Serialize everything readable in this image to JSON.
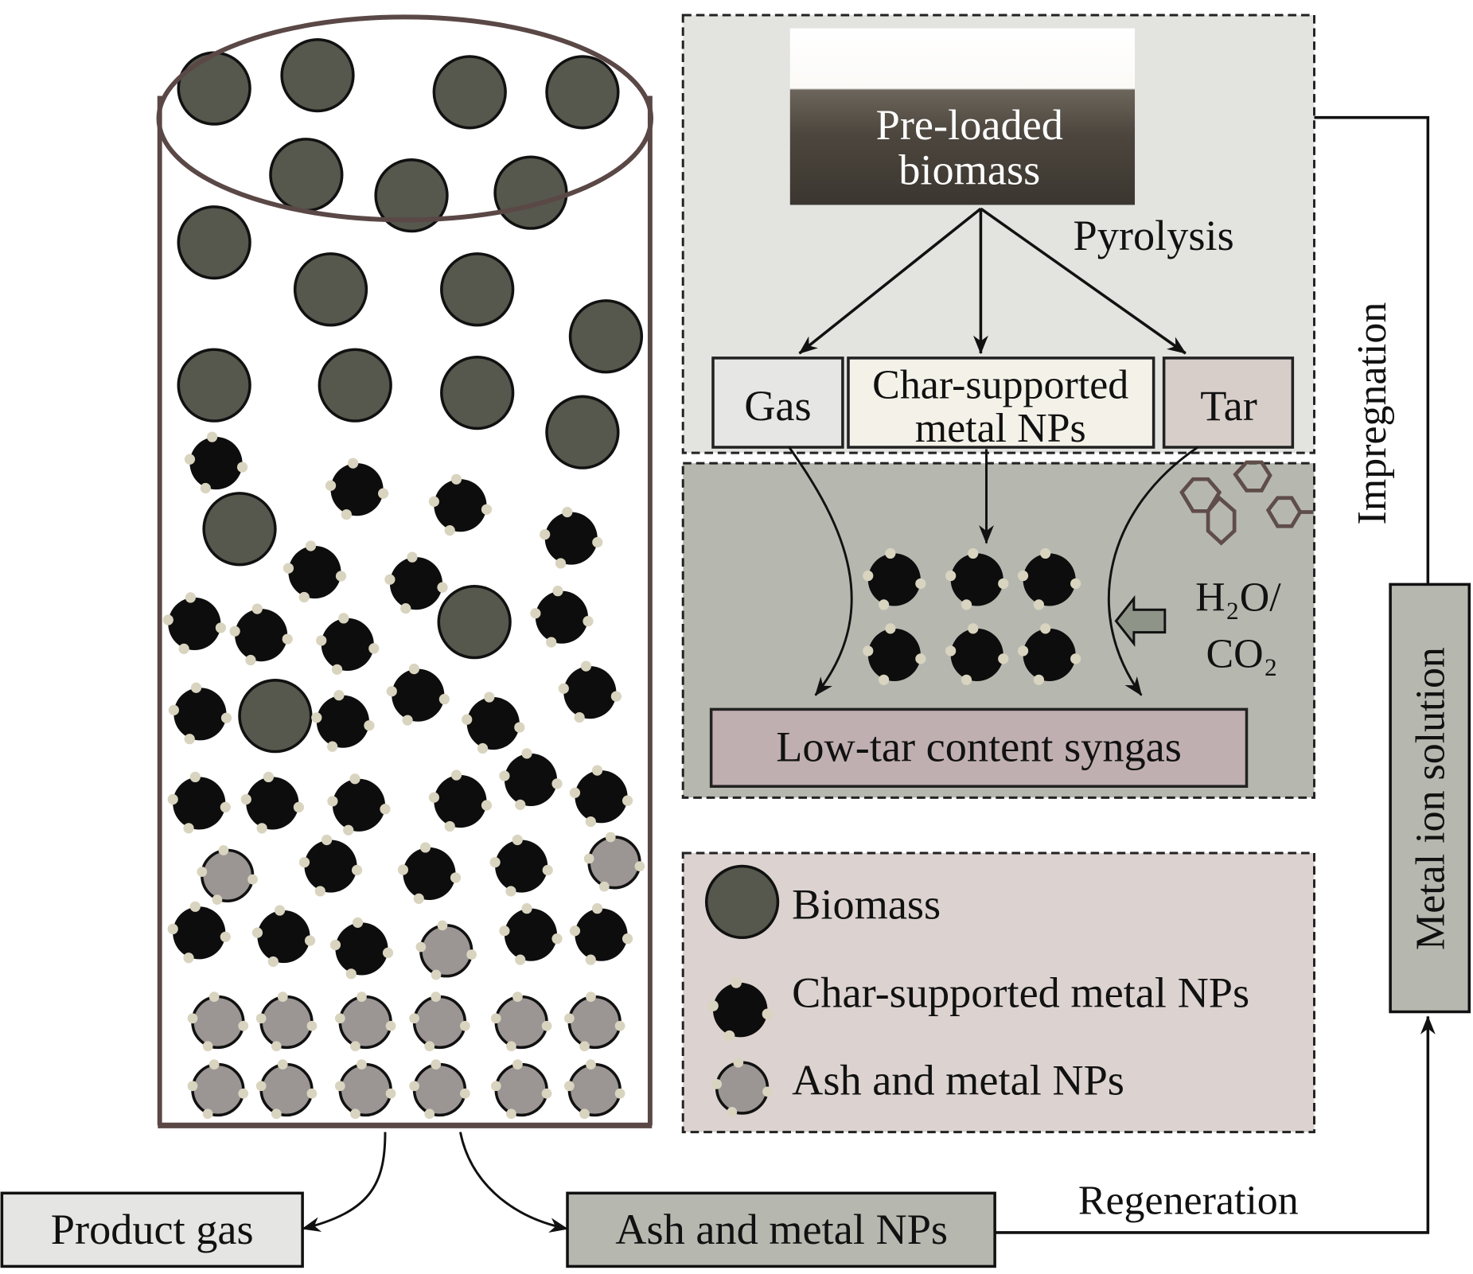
{
  "figure": {
    "top_panel": {
      "image_label_line1": "Pre-loaded",
      "image_label_line2": "biomass",
      "process_label": "Pyrolysis",
      "products": [
        {
          "id": "gas",
          "label": "Gas",
          "color": "#e6e6e4"
        },
        {
          "id": "char",
          "label_line1": "Char-supported",
          "label_line2": "metal NPs",
          "color": "#f3f1e8"
        },
        {
          "id": "tar",
          "label": "Tar",
          "color": "#d8cec9"
        }
      ],
      "background": "#e3e3e0"
    },
    "middle_panel": {
      "agent_line1": "H₂O/",
      "agent_line2": "CO₂",
      "output_label": "Low-tar content syngas",
      "output_color": "#c0afb1",
      "background": "#b6b8b0"
    },
    "legend": {
      "background": "#dcd3d0",
      "items": [
        {
          "symbol": "biomass-particle",
          "label": "Biomass"
        },
        {
          "symbol": "char-np-particle",
          "label": "Char-supported metal NPs"
        },
        {
          "symbol": "ash-np-particle",
          "label": "Ash and metal NPs"
        }
      ]
    },
    "cycle": {
      "impregnation_label": "Impregnation",
      "metal_ion_label": "Metal ion solution",
      "regeneration_label": "Regeneration"
    },
    "outputs": {
      "product_gas_label": "Product gas",
      "ash_np_label": "Ash and metal NPs"
    },
    "colors": {
      "biomass": "#56574d",
      "char": "#0d0d0d",
      "ash": "#9b9594",
      "metal_np": "#d9d4bf",
      "reactor_outline": "#5a4846",
      "tar_molecule": "#5f4d49",
      "gray_box": "#b6b8b0",
      "light_box": "#e5e5e3"
    }
  }
}
